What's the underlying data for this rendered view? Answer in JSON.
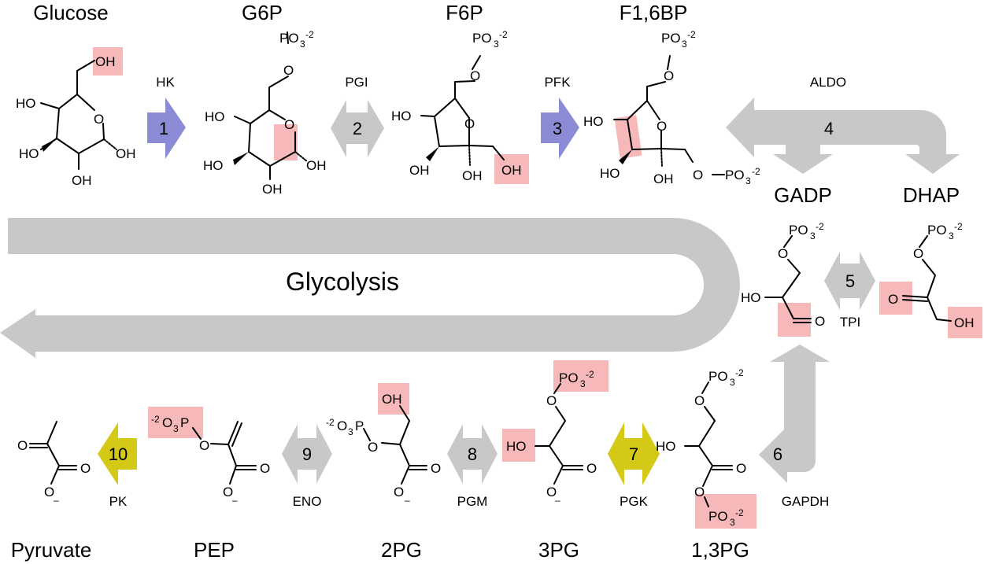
{
  "title": "Glycolysis",
  "metabolites": {
    "glucose": "Glucose",
    "g6p": "G6P",
    "f6p": "F6P",
    "f16bp": "F1,6BP",
    "gadp": "GADP",
    "dhap": "DHAP",
    "bpg13": "1,3PG",
    "pg3": "3PG",
    "pg2": "2PG",
    "pep": "PEP",
    "pyruvate": "Pyruvate"
  },
  "enzymes": {
    "hk": "HK",
    "pgi": "PGI",
    "pfk": "PFK",
    "aldo": "ALDO",
    "tpi": "TPI",
    "gapdh": "GAPDH",
    "pgk": "PGK",
    "pgm": "PGM",
    "eno": "ENO",
    "pk": "PK"
  },
  "steps": [
    "1",
    "2",
    "3",
    "4",
    "5",
    "6",
    "7",
    "8",
    "9",
    "10"
  ],
  "atoms": {
    "oh": "OH",
    "ho": "HO",
    "o": "O",
    "po3": "PO",
    "po3_sub": "3",
    "po3_sup": "-2",
    "neg_prefix": "-2",
    "o3p": "O",
    "o3p_sub": "3",
    "o3p_tail": "P",
    "minus": "–"
  },
  "colors": {
    "irreversible": "#8b8bd6",
    "reversible": "#c8c8c8",
    "atp_generating": "#d4c916",
    "highlight": "#f6b8b8",
    "pathway": "#c8c8c8"
  }
}
